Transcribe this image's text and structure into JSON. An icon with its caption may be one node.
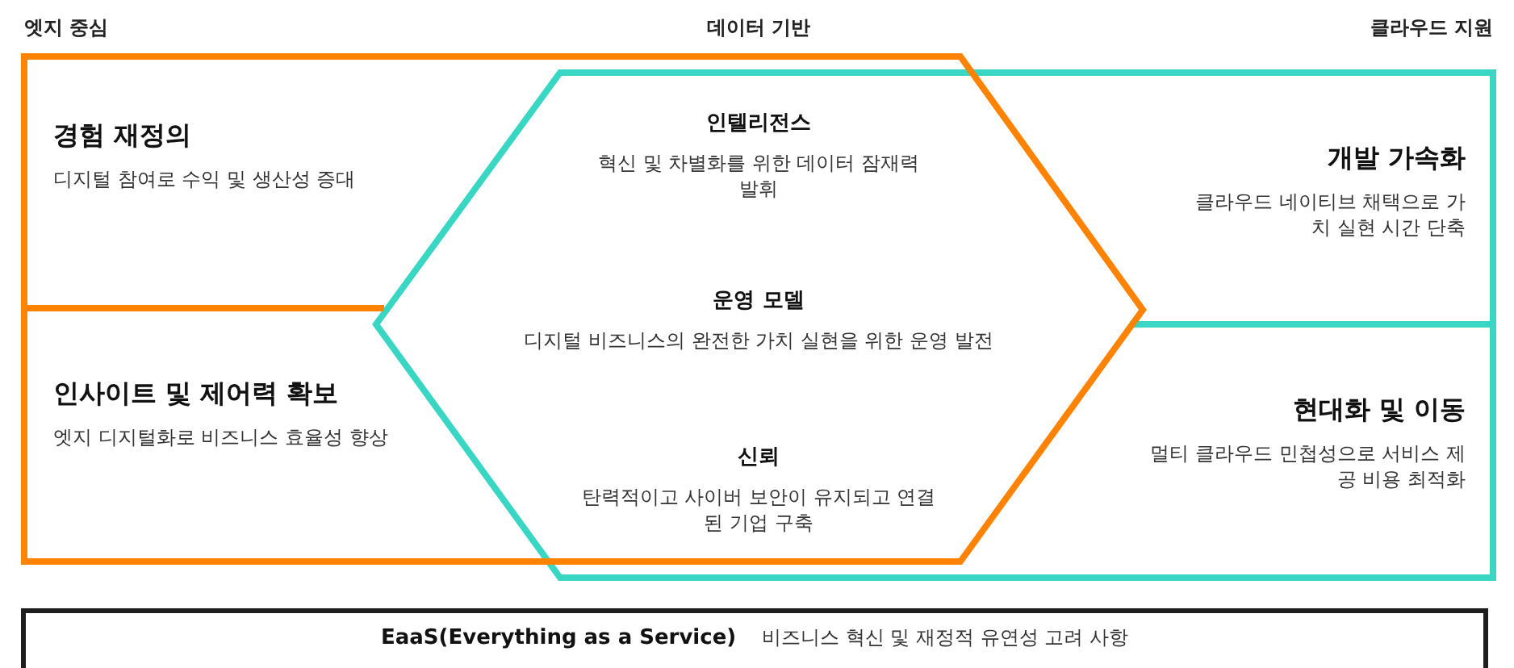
{
  "diagram": {
    "nodes": [
      {
        "text": [
          "경험 재정의",
          "디지털 참여로 수익 및 생산성 증대"
        ]
      },
      {
        "text": [
          "인사이트 및 제어력 확보",
          "엣지 디지털화로 비즈니스 효율성 향상"
        ]
      },
      {
        "text": [
          "인텔리전스",
          "혁신 및 차별화를 위한 데이터 잠재력 발휘"
        ]
      },
      {
        "text": [
          "운영 모델",
          "디지털 비즈니스의 완전한 가치 실현을 위한 운영 발전"
        ]
      },
      {
        "text": [
          "신뢰",
          "탄력적이고 사이버 보안이 유지되고 연결된 기업 구축"
        ]
      },
      {
        "text": [
          "개발 가속화",
          "클라우드 네이티브 채택으로 가치 실현 시간 단축"
        ]
      },
      {
        "text": [
          "현대화 및 이동",
          "멀티 클라우드 민첩성으로 서비스 제공 비용 최적화"
        ]
      },
      {
        "text": [
          "EaaS(Everything as a Service)",
          "비즈니스 혁신 및 재정적 유연성 고려 사항"
        ]
      }
    ],
    "labels": [
      "엣지 중심",
      "데이터 기반",
      "클라우드 지원"
    ]
  }
}
